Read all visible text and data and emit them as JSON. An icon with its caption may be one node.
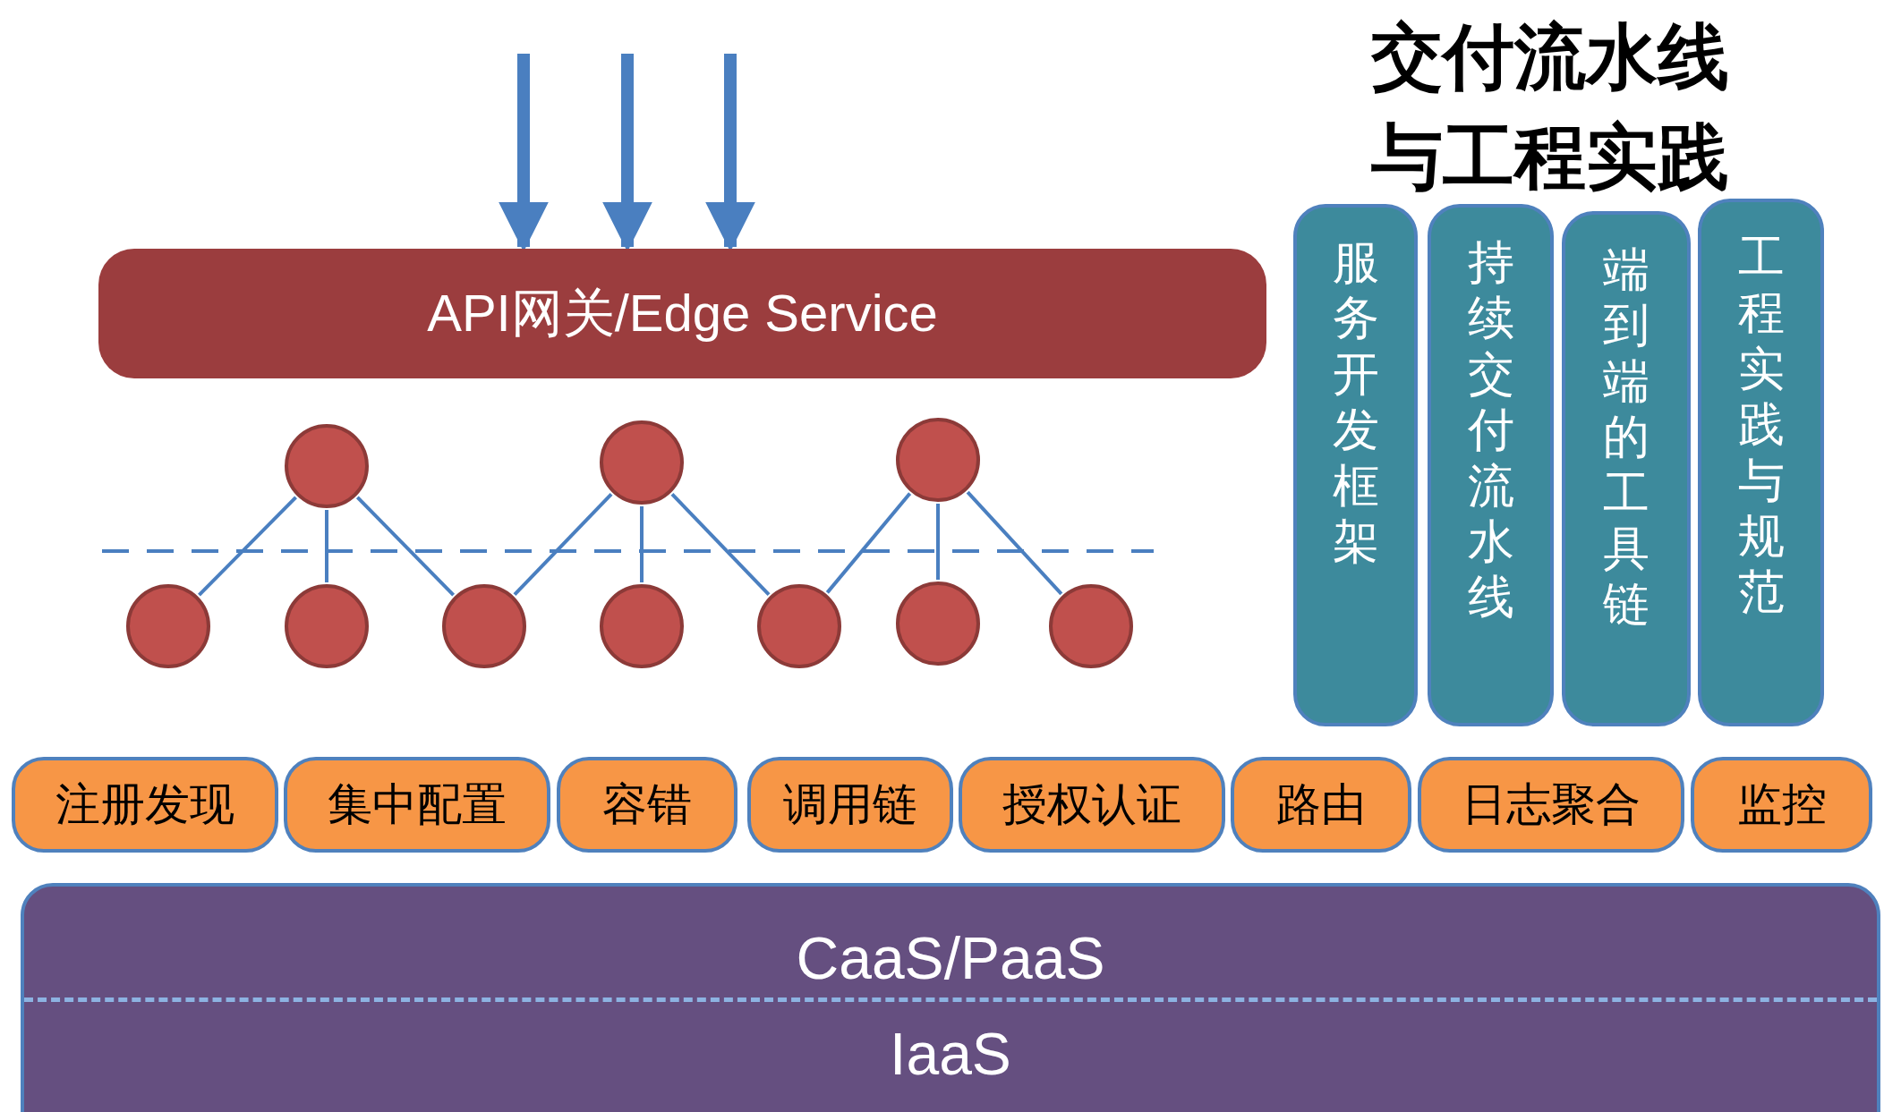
{
  "diagram": {
    "title": "交付流水线与工程实践",
    "nodes": [
      {
        "text": [
          "API网关/Edge Service"
        ]
      },
      {
        "text": [],
        "shape": "circle"
      },
      {
        "text": [],
        "shape": "circle"
      },
      {
        "text": [],
        "shape": "circle"
      },
      {
        "text": [],
        "shape": "circle"
      },
      {
        "text": [],
        "shape": "circle"
      },
      {
        "text": [],
        "shape": "circle"
      },
      {
        "text": [],
        "shape": "circle"
      },
      {
        "text": [],
        "shape": "circle"
      },
      {
        "text": [],
        "shape": "circle"
      },
      {
        "text": [],
        "shape": "circle"
      },
      {
        "text": [
          "服务开发框架"
        ]
      },
      {
        "text": [
          "持续交付流水线"
        ]
      },
      {
        "text": [
          "端到端的工具链"
        ]
      },
      {
        "text": [
          "工程实践与规范"
        ]
      },
      {
        "text": [
          "注册发现"
        ]
      },
      {
        "text": [
          "集中配置"
        ]
      },
      {
        "text": [
          "容错"
        ]
      },
      {
        "text": [
          "调用链"
        ]
      },
      {
        "text": [
          "授权认证"
        ]
      },
      {
        "text": [
          "路由"
        ]
      },
      {
        "text": [
          "日志聚合"
        ]
      },
      {
        "text": [
          "监控"
        ]
      },
      {
        "text": [
          "CaaS/PaaS",
          "IaaS"
        ]
      }
    ],
    "edges": [
      {
        "from": null,
        "to": 0,
        "arrow": "to",
        "style": "thick"
      },
      {
        "from": null,
        "to": 0,
        "arrow": "to",
        "style": "thick"
      },
      {
        "from": null,
        "to": 0,
        "arrow": "to",
        "style": "thick"
      },
      {
        "from": 1,
        "to": 4,
        "arrow": "none"
      },
      {
        "from": 1,
        "to": 5,
        "arrow": "none"
      },
      {
        "from": 1,
        "to": 6,
        "arrow": "none"
      },
      {
        "from": 2,
        "to": 6,
        "arrow": "none"
      },
      {
        "from": 2,
        "to": 7,
        "arrow": "none"
      },
      {
        "from": 2,
        "to": 8,
        "arrow": "none"
      },
      {
        "from": 3,
        "to": 8,
        "arrow": "none"
      },
      {
        "from": 3,
        "to": 9,
        "arrow": "none"
      },
      {
        "from": 3,
        "to": 10,
        "arrow": "none"
      }
    ]
  }
}
